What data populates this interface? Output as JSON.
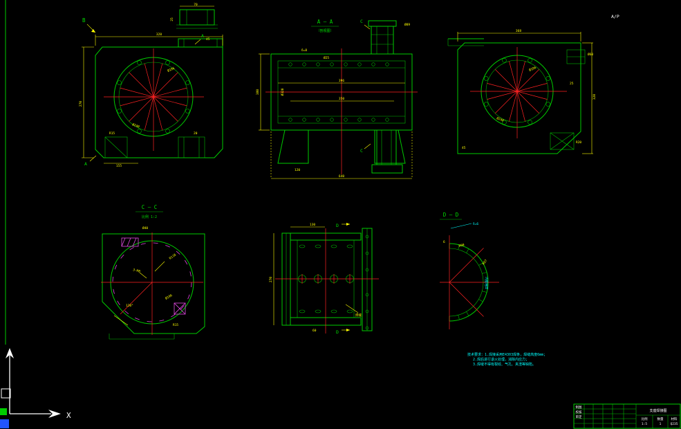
{
  "app": {
    "corner_label": "A/P"
  },
  "ucs": {
    "x_label": "X"
  },
  "colors": {
    "background": "#000000",
    "line_green": "#00cc00",
    "centerline_red": "#ff2222",
    "dim_yellow": "#ffff00",
    "note_cyan": "#00ffff",
    "detail_magenta": "#e24ae2",
    "ui_white": "#ffffff",
    "swatch_green": "#00cc00",
    "swatch_blue": "#2255ff"
  },
  "views": {
    "front_left": {
      "letter_b": "B",
      "letter_a_top": "A",
      "letter_a_bottom": "A",
      "dims": [
        "320",
        "270",
        "Ø196",
        "Ø240",
        "R15",
        "155",
        "45",
        "20"
      ],
      "part_dims": [
        "70",
        "25"
      ]
    },
    "section_aa": {
      "title": "A — A",
      "subtitle": "（剖视图）",
      "letter_c_top": "C",
      "letter_c_bottom": "C",
      "dims": [
        "396",
        "350",
        "Ø320",
        "380",
        "640",
        "120",
        "δ=8",
        "Ø25",
        "Ø89"
      ]
    },
    "front_right": {
      "dims": [
        "368",
        "320",
        "Ø196",
        "Ø240",
        "Ø60",
        "R20",
        "45",
        "25"
      ]
    },
    "section_cc": {
      "title": "C — C",
      "subtitle": "比例 1:2",
      "dims": [
        "R118",
        "3-M8",
        "Ø196",
        "120°",
        "Ø40",
        "R15"
      ]
    },
    "side": {
      "letter_d_top": "D",
      "letter_d_bottom": "D",
      "leader": "焊缝",
      "dims": [
        "270",
        "130",
        "60"
      ]
    },
    "section_dd": {
      "title": "D — D",
      "delta_label": "δ=6",
      "vertical_note": "内壁堆焊",
      "dims": [
        "R97",
        "R90",
        "6"
      ]
    }
  },
  "notes": {
    "lines": [
      "技术要求：1.焊接采用E4303焊条，焊缝高度6mm；",
      "2.焊后进行退火处理，消除内应力；",
      "3.焊缝不得有裂纹、气孔、夹渣等缺陷。"
    ]
  },
  "title_block": {
    "part_name": "支座焊接图",
    "row_labels": [
      "制图",
      "校核",
      "审定"
    ],
    "scale_label": "比例",
    "scale_value": "1:5",
    "qty_label": "数量",
    "qty_value": "1",
    "material_label": "材料",
    "material_value": "Q235"
  }
}
